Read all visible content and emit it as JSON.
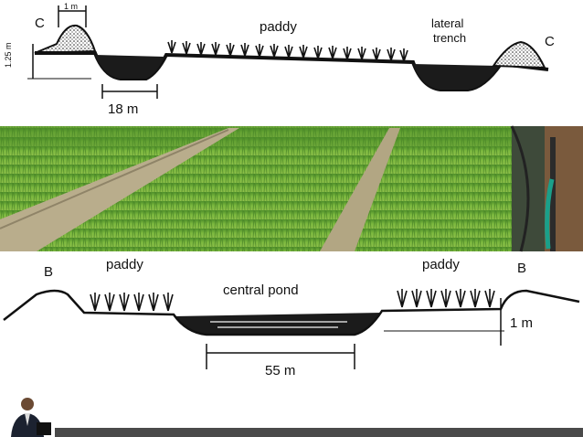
{
  "top_section": {
    "label_c_left": "C",
    "label_c_right": "C",
    "label_paddy": "paddy",
    "label_lateral": "lateral",
    "label_trench": "trench",
    "dim_dike_width": "1 m",
    "dim_height": "1.25 m",
    "dim_trench_width": "18 m"
  },
  "bottom_section": {
    "label_b_left": "B",
    "label_b_right": "B",
    "label_paddy_left": "paddy",
    "label_paddy_right": "paddy",
    "label_central_pond": "central pond",
    "dim_depth": "1 m",
    "dim_pond_width": "55 m"
  },
  "colors": {
    "ink": "#111111",
    "field_green": "#6fae3a",
    "path_tan": "#b9ad8c",
    "bar_gray": "#4a4a4a"
  }
}
